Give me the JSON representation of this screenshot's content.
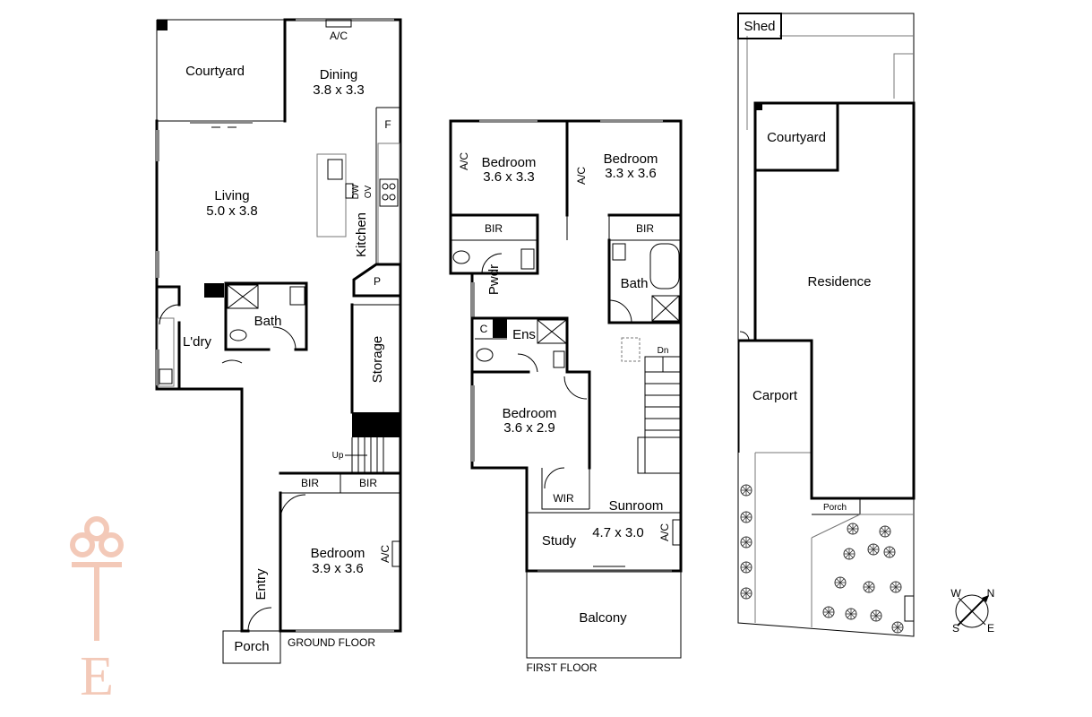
{
  "ground_floor": {
    "caption": "GROUND FLOOR",
    "rooms": {
      "courtyard": {
        "name": "Courtyard"
      },
      "dining": {
        "name": "Dining",
        "size": "3.8 x 3.3"
      },
      "living": {
        "name": "Living",
        "size": "5.0 x 3.8"
      },
      "kitchen": {
        "name": "Kitchen"
      },
      "bath": {
        "name": "Bath"
      },
      "laundry": {
        "name": "L'dry"
      },
      "storage": {
        "name": "Storage"
      },
      "bedroom": {
        "name": "Bedroom",
        "size": "3.9 x 3.6"
      },
      "entry": {
        "name": "Entry"
      },
      "porch": {
        "name": "Porch"
      }
    },
    "fixtures": {
      "ac_dining": "A/C",
      "ac_bedroom": "A/C",
      "fridge": "F",
      "pantry": "P",
      "dishwasher": "DW",
      "oven": "OV",
      "stairs_up": "Up",
      "bir_left": "BIR",
      "bir_right": "BIR"
    }
  },
  "first_floor": {
    "caption": "FIRST FLOOR",
    "rooms": {
      "bedroom_left": {
        "name": "Bedroom",
        "size": "3.6 x 3.3"
      },
      "bedroom_right": {
        "name": "Bedroom",
        "size": "3.3 x 3.6"
      },
      "bedroom_mid": {
        "name": "Bedroom",
        "size": "3.6 x 2.9"
      },
      "bath": {
        "name": "Bath"
      },
      "powder": {
        "name": "Pwdr"
      },
      "ensuite": {
        "name": "Ens"
      },
      "sunroom": {
        "name": "Sunroom",
        "size": "4.7 x 3.0"
      },
      "study": {
        "name": "Study"
      },
      "balcony": {
        "name": "Balcony"
      },
      "wir": {
        "name": "WIR"
      }
    },
    "fixtures": {
      "ac_left": "A/C",
      "ac_right": "A/C",
      "ac_sunroom": "A/C",
      "bir_left": "BIR",
      "bir_right": "BIR",
      "cupboard": "C",
      "stairs_down": "Dn"
    }
  },
  "site_plan": {
    "areas": {
      "shed": "Shed",
      "courtyard": "Courtyard",
      "residence": "Residence",
      "carport": "Carport",
      "porch": "Porch"
    },
    "compass": {
      "w": "W",
      "n": "N",
      "s": "S",
      "e": "E"
    }
  },
  "branding": {
    "logo": "key-logo",
    "logo_letter": "E",
    "logo_color": "#f3c9b8"
  }
}
